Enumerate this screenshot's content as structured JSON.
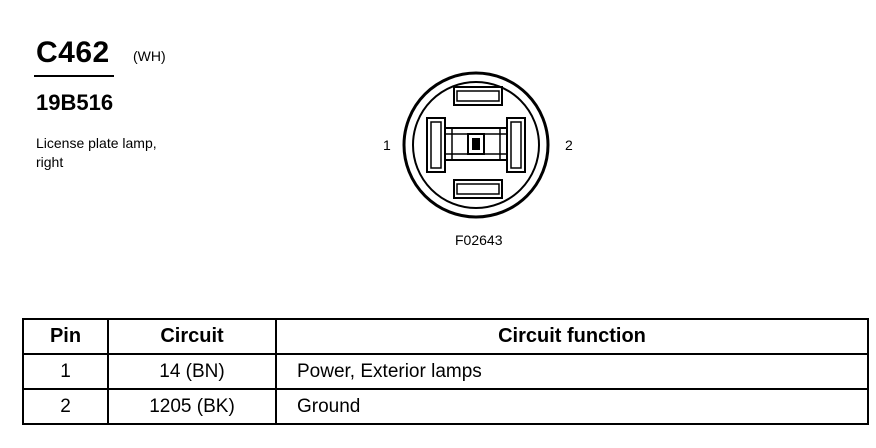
{
  "connector": {
    "id": "C462",
    "color": "(WH)",
    "part_number": "19B516",
    "description_lines": [
      "License plate lamp,",
      "right"
    ]
  },
  "diagram": {
    "pin_left": "1",
    "pin_right": "2",
    "figure_code": "F02643"
  },
  "table": {
    "headers": [
      "Pin",
      "Circuit",
      "Circuit function"
    ],
    "rows": [
      {
        "pin": "1",
        "circuit": "14 (BN)",
        "function": "Power, Exterior lamps"
      },
      {
        "pin": "2",
        "circuit": "1205 (BK)",
        "function": "Ground"
      }
    ]
  }
}
